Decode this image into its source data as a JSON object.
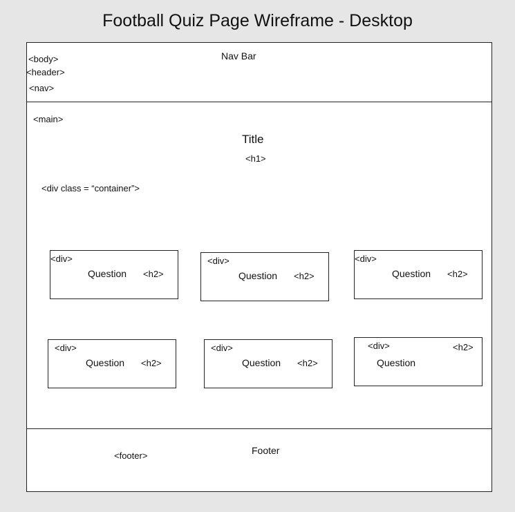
{
  "diagram_title": "Football Quiz Page Wireframe - Desktop",
  "header_section": {
    "label": "Nav Bar",
    "body_tag": "<body>",
    "header_tag": "<header>",
    "nav_tag": "<nav>"
  },
  "main_section": {
    "main_tag": "<main>",
    "title_label": "Title",
    "h1_tag": "<h1>",
    "container_tag": "<div class = “container”>",
    "question_boxes": [
      {
        "div_tag": "<div>",
        "label": "Question",
        "h2_tag": "<h2>"
      },
      {
        "div_tag": "<div>",
        "label": "Question",
        "h2_tag": "<h2>"
      },
      {
        "div_tag": "<div>",
        "label": "Question",
        "h2_tag": "<h2>"
      },
      {
        "div_tag": "<div>",
        "label": "Question",
        "h2_tag": "<h2>"
      },
      {
        "div_tag": "<div>",
        "label": "Question",
        "h2_tag": "<h2>"
      },
      {
        "div_tag": "<div>",
        "label": "Question",
        "h2_tag": "<h2>"
      }
    ]
  },
  "footer_section": {
    "label": "Footer",
    "footer_tag": "<footer>"
  }
}
